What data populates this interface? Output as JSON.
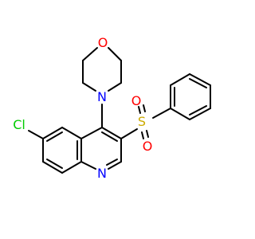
{
  "molecule": {
    "atoms": {
      "oxygen_morpholine": "O",
      "nitrogen_morpholine": "N",
      "chlorine": "Cl",
      "sulfur": "S",
      "oxygen_sulfonyl_top": "O",
      "oxygen_sulfonyl_bottom": "O",
      "nitrogen_quinoline": "N"
    },
    "colors": {
      "bond": "#000000",
      "oxygen": "#ff0000",
      "nitrogen": "#0000ff",
      "chlorine": "#00cc00",
      "sulfur": "#ccaa00"
    }
  }
}
